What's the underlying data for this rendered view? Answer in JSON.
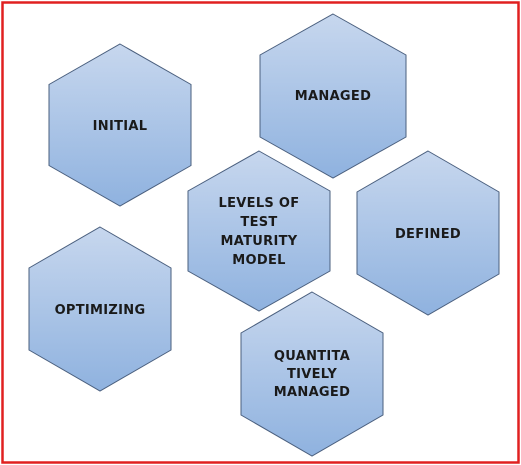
{
  "colors": {
    "frame_border": "#e02020",
    "hex_fill_top": "#c7d7ee",
    "hex_fill_bottom": "#8fb2df",
    "hex_stroke": "#4a5f7e",
    "text": "#1a1a1a"
  },
  "diagram": {
    "hexagons": [
      {
        "id": "initial",
        "lines": [
          "INITIAL"
        ]
      },
      {
        "id": "managed",
        "lines": [
          "MANAGED"
        ]
      },
      {
        "id": "center",
        "lines": [
          "LEVELS OF",
          "TEST",
          "MATURITY",
          "MODEL"
        ]
      },
      {
        "id": "defined",
        "lines": [
          "DEFINED"
        ]
      },
      {
        "id": "optimizing",
        "lines": [
          "OPTIMIZING"
        ]
      },
      {
        "id": "quantitatively",
        "lines": [
          "QUANTITA",
          "TIVELY",
          "MANAGED"
        ]
      }
    ]
  }
}
